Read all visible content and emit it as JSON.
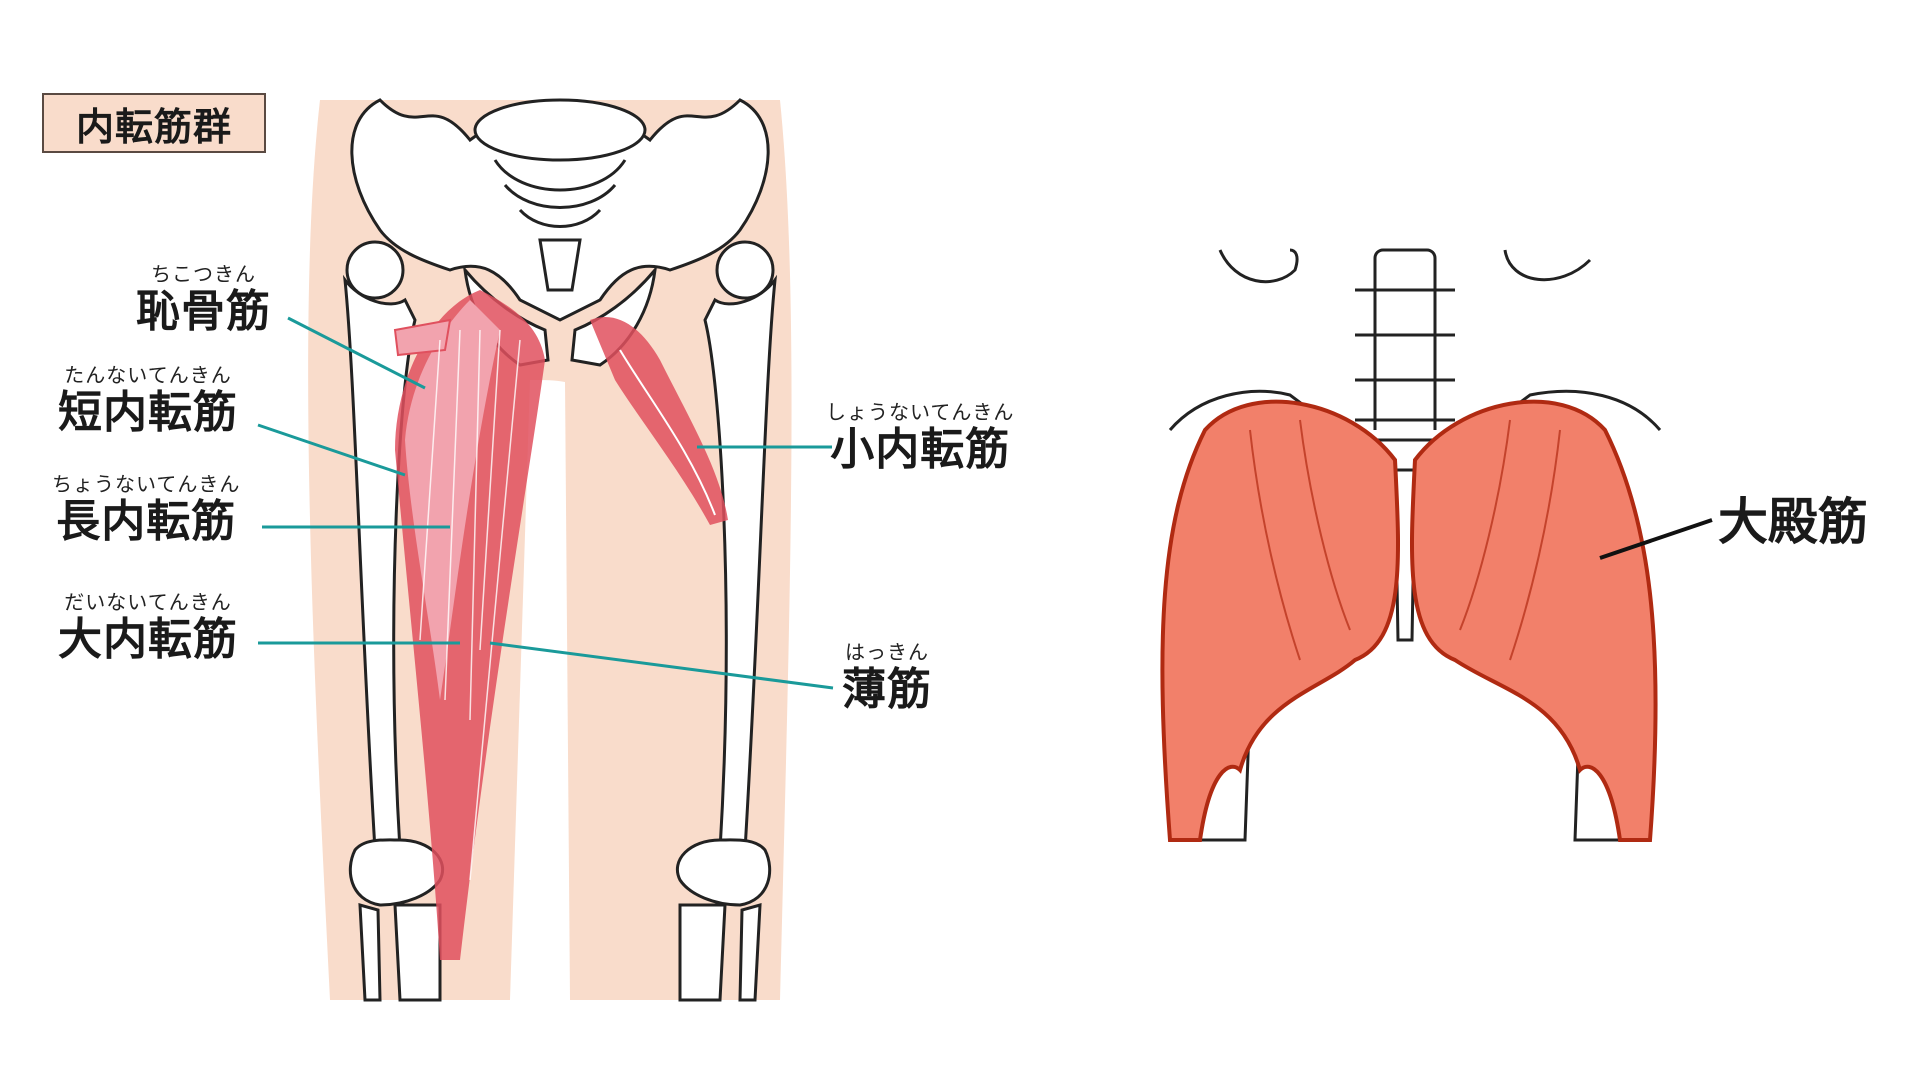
{
  "group_title": "内転筋群",
  "labels": {
    "pectineus": {
      "ruby": "ちこつきん",
      "name": "恥骨筋"
    },
    "adductor_brevis": {
      "ruby": "たんないてんきん",
      "name": "短内転筋"
    },
    "adductor_longus": {
      "ruby": "ちょうないてんきん",
      "name": "長内転筋"
    },
    "adductor_magnus": {
      "ruby": "だいないてんきん",
      "name": "大内転筋"
    },
    "adductor_minimus": {
      "ruby": "しょうないてんきん",
      "name": "小内転筋"
    },
    "gracilis": {
      "ruby": "はっきん",
      "name": "薄筋"
    }
  },
  "gluteus_label": "大殿筋",
  "colors": {
    "skin": "#f9dccb",
    "muscle": "#e0505e",
    "muscle_light": "#f2a3ae",
    "glute": "#f2806a",
    "glute_outline": "#b02a12",
    "leader_line": "#1a9a9a",
    "bone_outline": "#222222"
  }
}
